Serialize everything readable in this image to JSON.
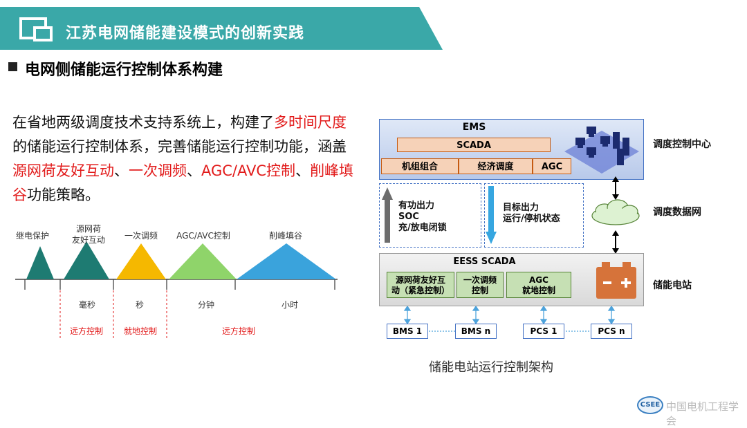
{
  "header": {
    "title": "江苏电网储能建设模式的创新实践"
  },
  "subheading": "电网侧储能运行控制体系构建",
  "paragraph": {
    "p1": "在省地两级调度技术支持系统上，构建了",
    "h1": "多时间尺度",
    "p2": "的储能运行控制体系，完善储能运行控制功能，涵盖",
    "h2": "源网荷友好互动",
    "p3": "、",
    "h3": "一次调频",
    "p4": "、",
    "h4": "AGC/AVC控制",
    "p5": "、",
    "h5": "削峰填谷",
    "p6": "功能策略。"
  },
  "timeline": {
    "triangles": [
      {
        "label": "继电保护",
        "color": "#1e7b72"
      },
      {
        "label": "源网荷友好互动",
        "label_l1": "源网荷",
        "label_l2": "友好互动",
        "color": "#1e7b72"
      },
      {
        "label": "一次调频",
        "color": "#f5b800"
      },
      {
        "label": "AGC/AVC控制",
        "color": "#8fd46a"
      },
      {
        "label": "削峰填谷",
        "color": "#3aa3dc"
      }
    ],
    "scales": [
      "毫秒",
      "秒",
      "分钟",
      "小时"
    ],
    "control_types": [
      "远方控制",
      "就地控制",
      "远方控制"
    ]
  },
  "architecture": {
    "ems": {
      "title": "EMS",
      "scada": "SCADA",
      "modules": [
        "机组组合",
        "经济调度",
        "AGC"
      ]
    },
    "labels": {
      "dispatch_center": "调度控制中心",
      "dispatch_network": "调度数据网",
      "station": "储能电站"
    },
    "upflow": [
      "有功出力",
      "SOC",
      "充/放电闭锁"
    ],
    "downflow": [
      "目标出力",
      "运行/停机状态"
    ],
    "eess": {
      "title": "EESS SCADA",
      "modules": [
        [
          "源网荷友好互",
          "动（紧急控制）"
        ],
        [
          "一次调频",
          "控制"
        ],
        [
          "AGC",
          "就地控制"
        ]
      ]
    },
    "devices": [
      "BMS 1",
      "BMS n",
      "PCS 1",
      "PCS n"
    ],
    "caption": "储能电站运行控制架构"
  },
  "footer": {
    "logo_text": "CSEE",
    "org": "中国电机工程学会"
  }
}
